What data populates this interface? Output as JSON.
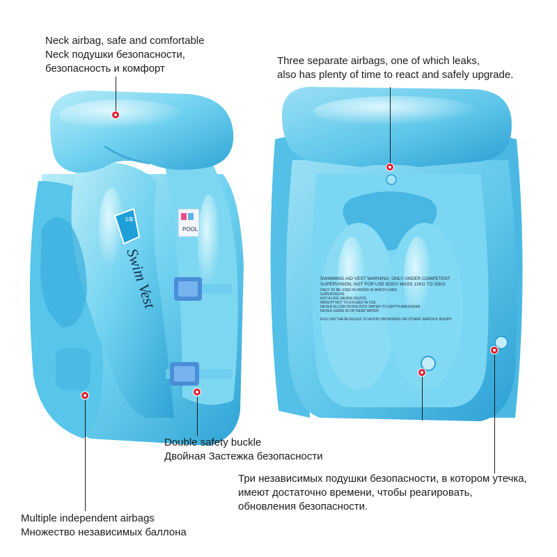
{
  "captions": {
    "neck": {
      "en": "Neck airbag, safe and comfortable",
      "ru1": "Neck подушки безопасности,",
      "ru2": "безопасность и комфорт"
    },
    "three": {
      "en1": "Three separate airbags, one of which leaks,",
      "en2": "also has plenty of time to react and safely upgrade."
    },
    "buckle": {
      "en": "Double safety buckle",
      "ru": "Двойная Застежка безопасности"
    },
    "three_ru": {
      "l1": "Три независимых подушки безопасности, в котором утечка,",
      "l2": "имеют достаточно времени, чтобы реагировать,",
      "l3": "обновления безопасности."
    },
    "multiple": {
      "en": "Multiple independent airbags",
      "ru": "Множество независимых баллона"
    }
  },
  "vest_print": {
    "brand": "Swim Vest",
    "badge": "5年",
    "pool": "POOL",
    "warning": [
      "SWIMMING AID VEST WARNING: ONLY UNDER COMPETENT",
      "SUPERVISION, NOT FOR USE BODY MASS 12KG TO 25KG",
      "ONLY TO BE USED IN WATER IN WHICH USER",
      "SUPERVISION.",
      "NOT A LIFE SAVING DEVICE",
      "WEIGHT NOT TO EXCEED IN USE",
      "NEVER ALLOW DIVING INTO WATER ITS DEPTH ANDUNDER",
      "NEVER LEAVE IN OR NEAR WATER",
      "FOLLOW THESE RULES TO AVOID DROWNING OR OTHER SERIOUS INJURY"
    ]
  },
  "colors": {
    "vest_light": "#a9e6f6",
    "vest_main": "#6cd0ee",
    "vest_dark": "#2fa6d8",
    "marker": "#e2182c",
    "buckle": "#4a8ed8"
  }
}
